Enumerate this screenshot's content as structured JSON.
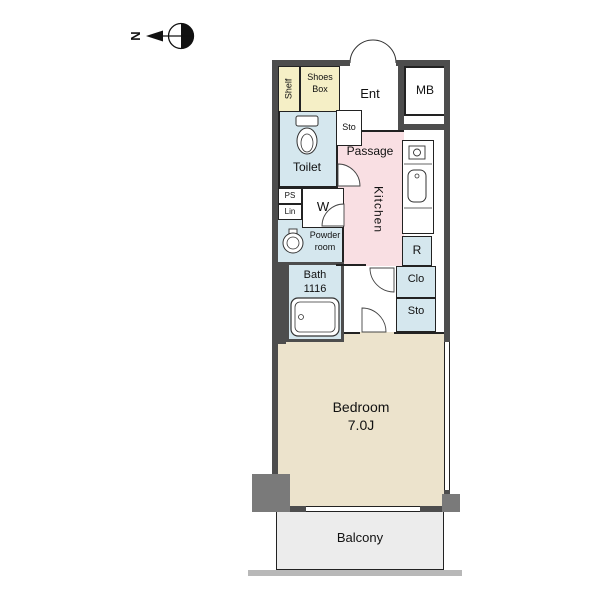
{
  "compass": {
    "label": "N"
  },
  "rooms": {
    "shelf": {
      "label": "Shelf"
    },
    "shoes_box": {
      "label": "Shoes Box"
    },
    "entrance": {
      "label": "Ent"
    },
    "meter_box": {
      "label": "MB"
    },
    "storage_entrance": {
      "label": "Sto"
    },
    "toilet": {
      "label": "Toilet"
    },
    "passage": {
      "label": "Passage"
    },
    "kitchen": {
      "label": "Kitchen"
    },
    "pipe_space": {
      "label": "PS"
    },
    "linen": {
      "label": "Lin"
    },
    "washer": {
      "label": "W"
    },
    "powder_room": {
      "label": "Powder room"
    },
    "refrigerator": {
      "label": "R"
    },
    "bath": {
      "label": "Bath",
      "size": "1116"
    },
    "closet": {
      "label": "Clo"
    },
    "storage_closet": {
      "label": "Sto"
    },
    "bedroom": {
      "label": "Bedroom",
      "size": "7.0J"
    },
    "balcony": {
      "label": "Balcony"
    }
  },
  "colors": {
    "wall": "#4d4d4d",
    "line": "#222222",
    "wet_area": "#d5e7ee",
    "hall": "#f9dfe3",
    "casework": "#f5efc6",
    "bedroom_floor": "#ece3cc",
    "balcony_floor": "#ececec",
    "pillar": "#7a7a7a",
    "base_bar": "#b8b8b8"
  }
}
